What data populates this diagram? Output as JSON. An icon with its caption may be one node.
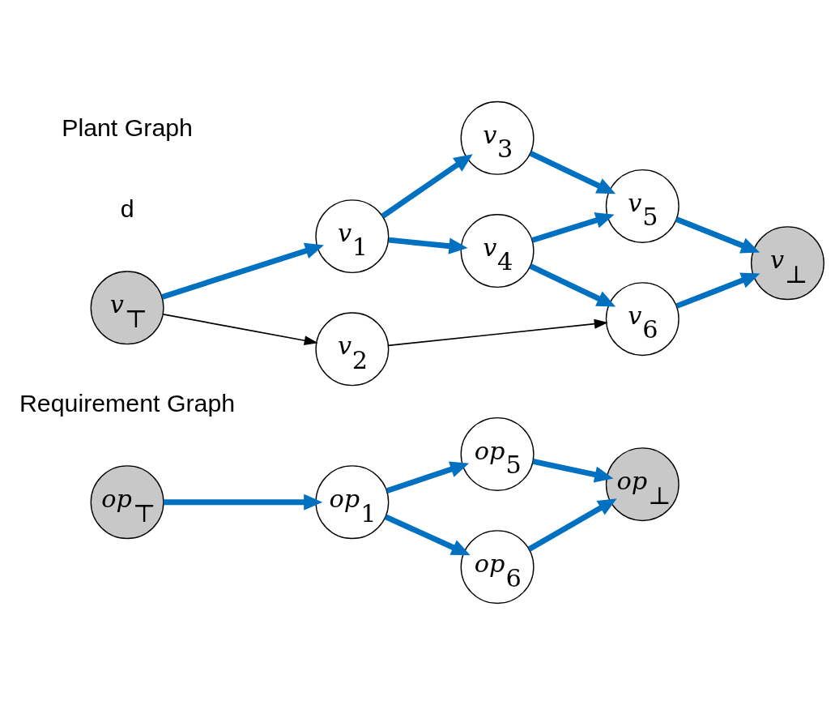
{
  "diagram": {
    "nodes": [
      {
        "text": [
          "v$_{⊤}$"
        ]
      },
      {
        "text": [
          "v$_{1}$"
        ]
      },
      {
        "text": [
          "v$_{2}$"
        ]
      },
      {
        "text": [
          "v$_{3}$"
        ]
      },
      {
        "text": [
          "v$_{4}$"
        ]
      },
      {
        "text": [
          "v$_{5}$"
        ]
      },
      {
        "text": [
          "v$_{6}$"
        ]
      },
      {
        "text": [
          "v$_{⊥}$"
        ]
      },
      {
        "text": [
          "op$_{⊤}$"
        ]
      },
      {
        "text": [
          "op$_{1}$"
        ]
      },
      {
        "text": [
          "op$_{5}$"
        ]
      },
      {
        "text": [
          "op$_{6}$"
        ]
      },
      {
        "text": [
          "op$_{⊥}$"
        ]
      }
    ],
    "edges": [
      {
        "from": 0,
        "to": 1,
        "arrow": "to"
      },
      {
        "from": 0,
        "to": 2,
        "arrow": "to",
        "color": "#000000"
      },
      {
        "from": 1,
        "to": 3,
        "arrow": "to"
      },
      {
        "from": 1,
        "to": 4,
        "arrow": "to"
      },
      {
        "from": 3,
        "to": 5,
        "arrow": "to"
      },
      {
        "from": 4,
        "to": 5,
        "arrow": "to"
      },
      {
        "from": 4,
        "to": 6,
        "arrow": "to"
      },
      {
        "from": 2,
        "to": 6,
        "arrow": "to",
        "color": "#000000"
      },
      {
        "from": 5,
        "to": 7,
        "arrow": "to"
      },
      {
        "from": 6,
        "to": 7,
        "arrow": "to"
      },
      {
        "from": 8,
        "to": 9,
        "arrow": "to"
      },
      {
        "from": 9,
        "to": 10,
        "arrow": "to"
      },
      {
        "from": 9,
        "to": 11,
        "arrow": "to"
      },
      {
        "from": 10,
        "to": 12,
        "arrow": "to"
      },
      {
        "from": 11,
        "to": 12,
        "arrow": "to"
      }
    ],
    "labels": [
      "Plant Graph",
      "d",
      "Requirement Graph"
    ]
  }
}
